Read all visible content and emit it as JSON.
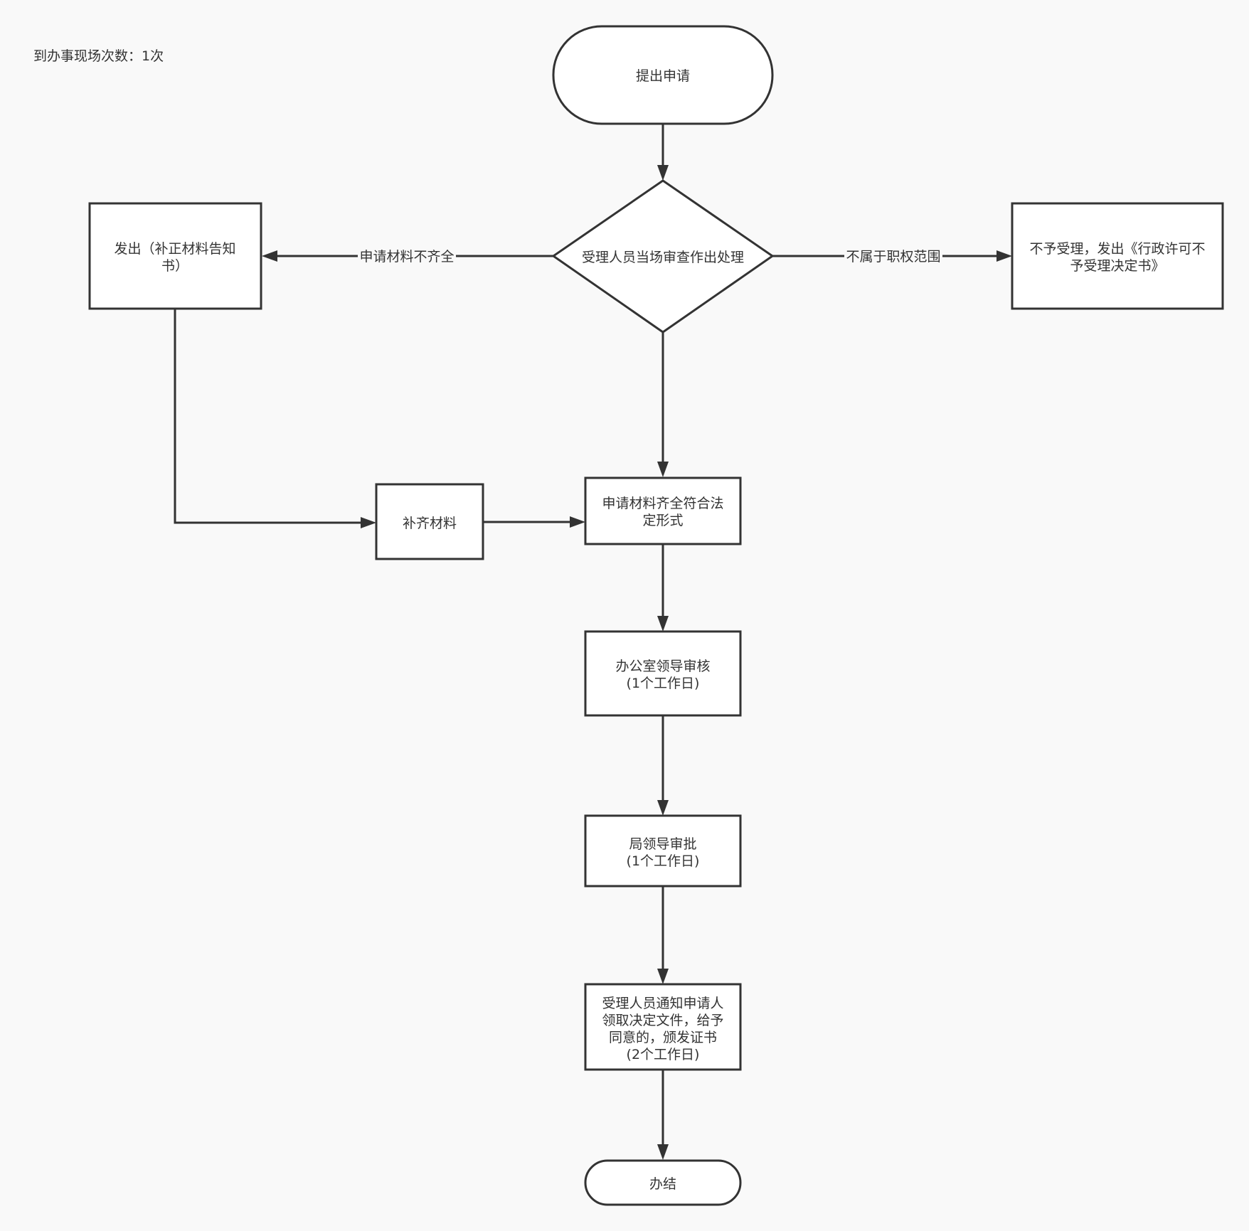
{
  "note": "到办事现场次数：1次",
  "nodes": {
    "start": {
      "lines": [
        "提出申请"
      ]
    },
    "decision": {
      "lines": [
        "受理人员当场审查作出处理"
      ]
    },
    "supplement_notice": {
      "lines": [
        "发出（补正材料告知",
        "书）"
      ]
    },
    "reject": {
      "lines": [
        "不予受理，发出《行政许可不",
        "予受理决定书》"
      ]
    },
    "supplement": {
      "lines": [
        "补齐材料"
      ]
    },
    "complete": {
      "lines": [
        "申请材料齐全符合法",
        "定形式"
      ]
    },
    "office_review": {
      "lines": [
        "办公室领导审核",
        "(1个工作日)"
      ]
    },
    "bureau_approval": {
      "lines": [
        "局领导审批",
        "(1个工作日)"
      ]
    },
    "notify": {
      "lines": [
        "受理人员通知申请人",
        "领取决定文件，给予",
        "同意的，颁发证书",
        "(2个工作日)"
      ]
    },
    "end": {
      "lines": [
        "办结"
      ]
    }
  },
  "edges": {
    "incomplete": "申请材料不齐全",
    "out_of_scope": "不属于职权范围"
  },
  "colors": {
    "background": "#f9f9f9",
    "stroke": "#333333",
    "fill": "#ffffff"
  }
}
